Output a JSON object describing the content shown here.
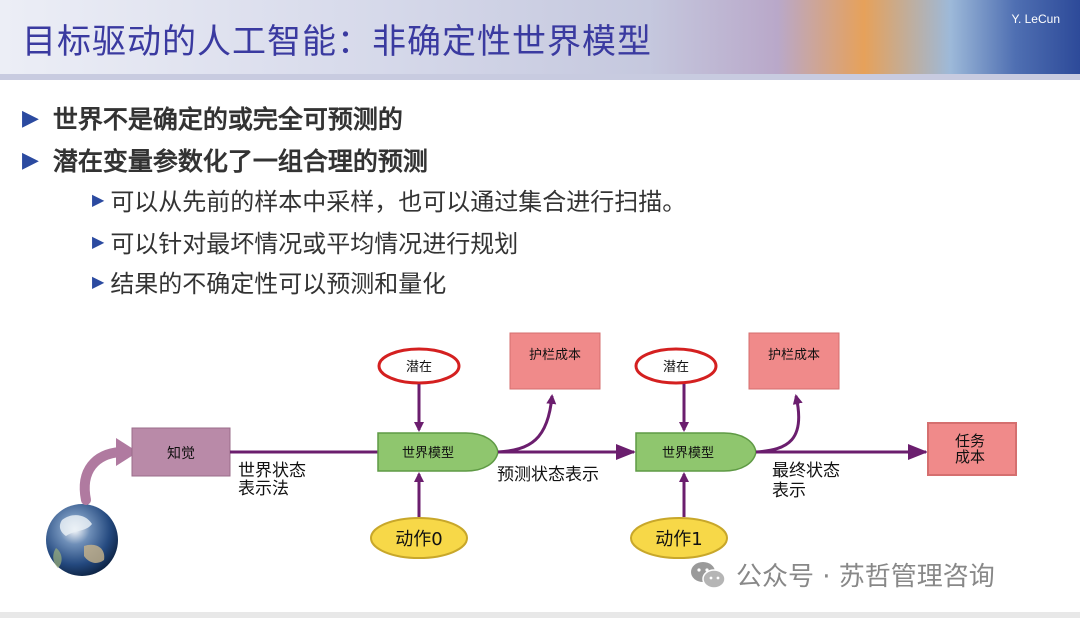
{
  "header": {
    "title": "目标驱动的人工智能：非确定性世界模型",
    "author": "Y. LeCun"
  },
  "bullets": [
    {
      "level": 1,
      "text": "世界不是确定的或完全可预测的"
    },
    {
      "level": 1,
      "text": "潜在变量参数化了一组合理的预测"
    },
    {
      "level": 2,
      "text": "可以从先前的样本中采样，也可以通过集合进行扫描。"
    },
    {
      "level": 2,
      "text": "可以针对最坏情况或平均情况进行规划"
    },
    {
      "level": 2,
      "text": "结果的不确定性可以预测和量化"
    }
  ],
  "diagram": {
    "perception": "知觉",
    "latent1": "潜在",
    "latent2": "潜在",
    "guard1": "护栏成本",
    "guard2": "护栏成本",
    "world_model1": "世界模型",
    "world_model2": "世界模型",
    "action0": "动作0",
    "action1": "动作1",
    "task_cost_line1": "任务",
    "task_cost_line2": "成本",
    "label_world_state_line1": "世界状态",
    "label_world_state_line2": "表示法",
    "label_predicted": "预测状态表示",
    "label_final_line1": "最终状态",
    "label_final_line2": "表示"
  },
  "watermark": {
    "text": "公众号 · 苏哲管理咨询",
    "icon": "wechat-icon"
  },
  "colors": {
    "title": "#3a3aa0",
    "bullet_marker": "#2b4aa0",
    "arrow": "#6b1e6e",
    "world_model_fill": "#8fc66e",
    "latent_stroke": "#d42020",
    "action_fill": "#f7d848",
    "cost_fill": "#f08a8a",
    "perception_fill": "#b98aa8"
  }
}
